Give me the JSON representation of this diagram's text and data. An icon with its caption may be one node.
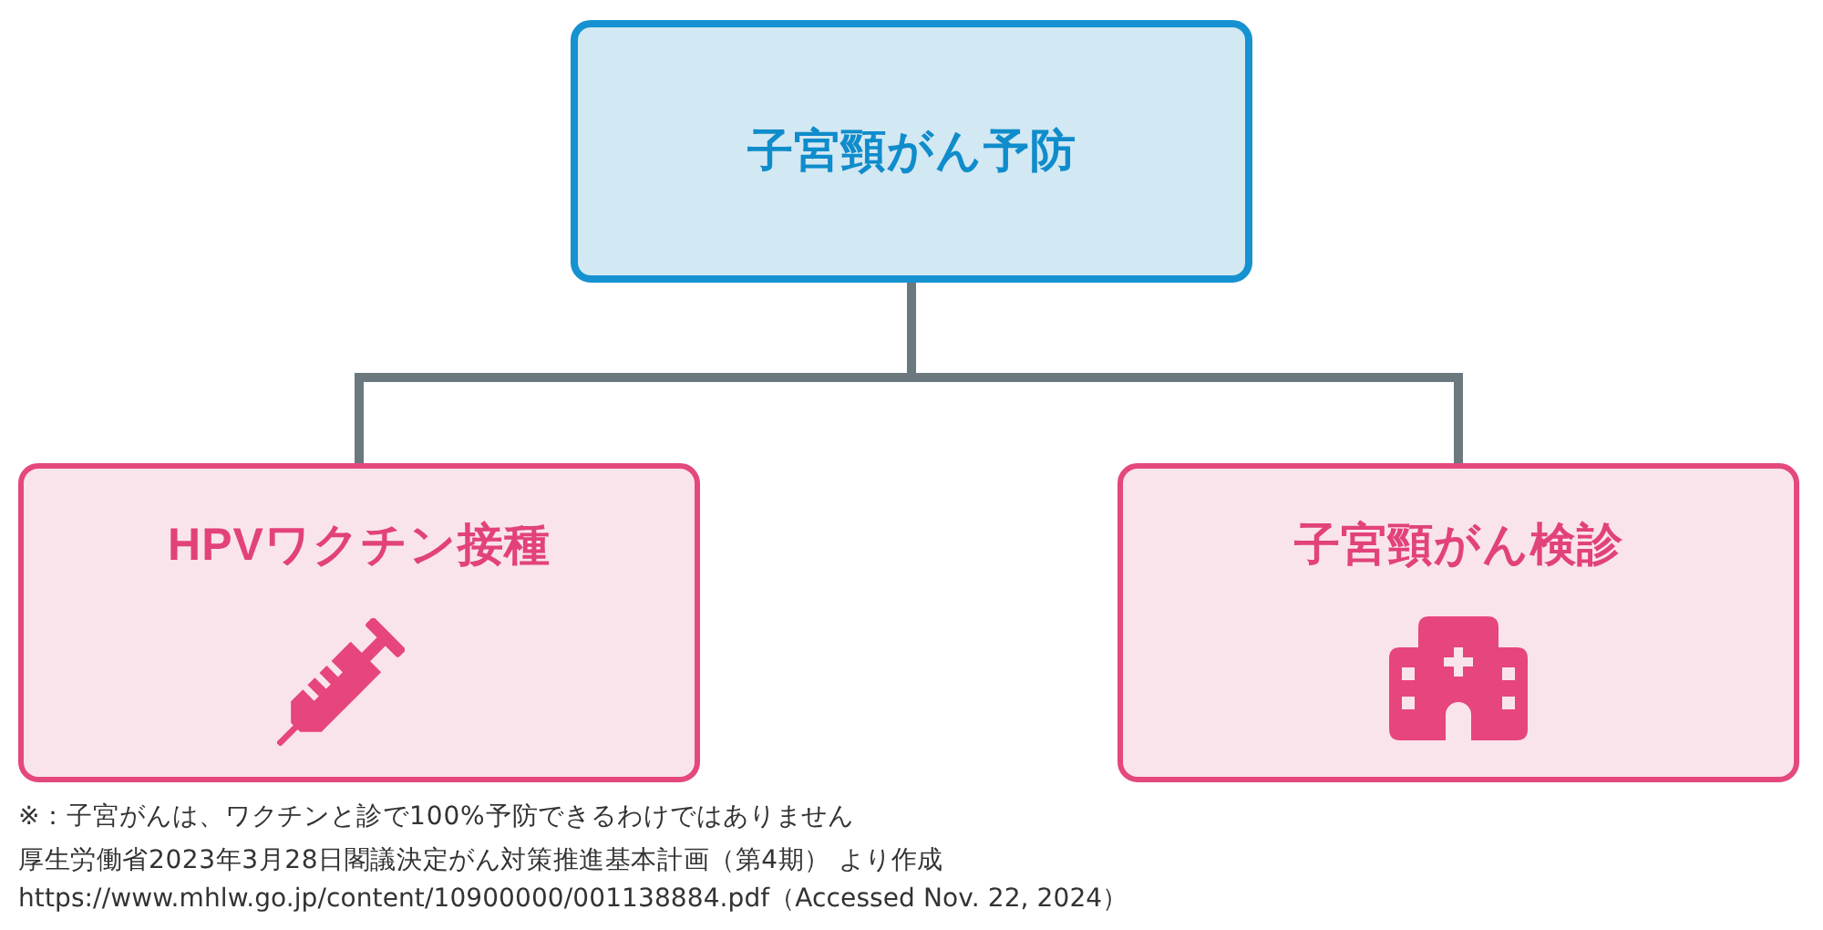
{
  "diagram": {
    "nodes": [
      {
        "text": [
          "子宮頸がん予防"
        ]
      },
      {
        "text": [
          "HPVワクチン接種"
        ]
      },
      {
        "text": [
          "子宮頸がん検診"
        ]
      }
    ],
    "edges": [
      {
        "from": 0,
        "to": 1,
        "arrow": "none"
      },
      {
        "from": 0,
        "to": 2,
        "arrow": "none"
      }
    ],
    "labels": [
      "※：子宮がんは、ワクチンと診で100%予防できるわけではありません",
      "厚生労働省2023年3月28日閣議決定がん対策推進基本計画（第4期） より作成",
      "https://www.mhlw.go.jp/content/10900000/001138884.pdf（Accessed Nov. 22, 2024）"
    ]
  }
}
